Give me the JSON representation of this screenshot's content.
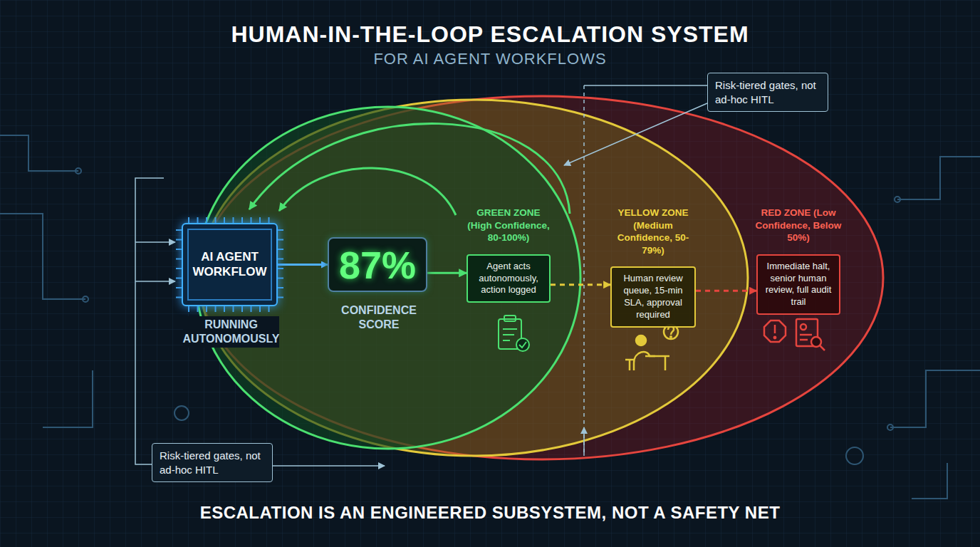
{
  "diagram": {
    "title": "HUMAN-IN-THE-LOOP ESCALATION SYSTEM",
    "caption": "ESCALATION IS AN ENGINEERED SUBSYSTEM, NOT A SAFETY NET",
    "nodes": [
      {
        "text": [
          "AI AGENT WORKFLOW",
          "RUNNING AUTONOMOUSLY"
        ]
      },
      {
        "text": [
          "87%",
          "CONFIDENCE SCORE"
        ]
      },
      {
        "text": [
          "GREEN ZONE (High Confidence, 80-100%)",
          "Agent acts autonomously, action logged"
        ]
      },
      {
        "text": [
          "YELLOW ZONE (Medium Confidence, 50-79%)",
          "Human review queue, 15-min SLA, approval required"
        ]
      },
      {
        "text": [
          "RED ZONE (Low Confidence, Below 50%)",
          "Immediate halt, senior human review, full audit trail"
        ]
      },
      {
        "text": [
          "Risk-tiered gates, not ad-hoc HITL"
        ]
      },
      {
        "text": [
          "Risk-tiered gates, not ad-hoc HITL"
        ]
      }
    ],
    "edges": [
      {
        "from": 0,
        "to": 1,
        "arrow": "to"
      },
      {
        "from": 1,
        "to": 2,
        "arrow": "to"
      },
      {
        "from": 2,
        "to": 3,
        "arrow": "to"
      },
      {
        "from": 3,
        "to": 4,
        "arrow": "to"
      }
    ],
    "labels": [
      "FOR AI AGENT WORKFLOWS"
    ]
  }
}
